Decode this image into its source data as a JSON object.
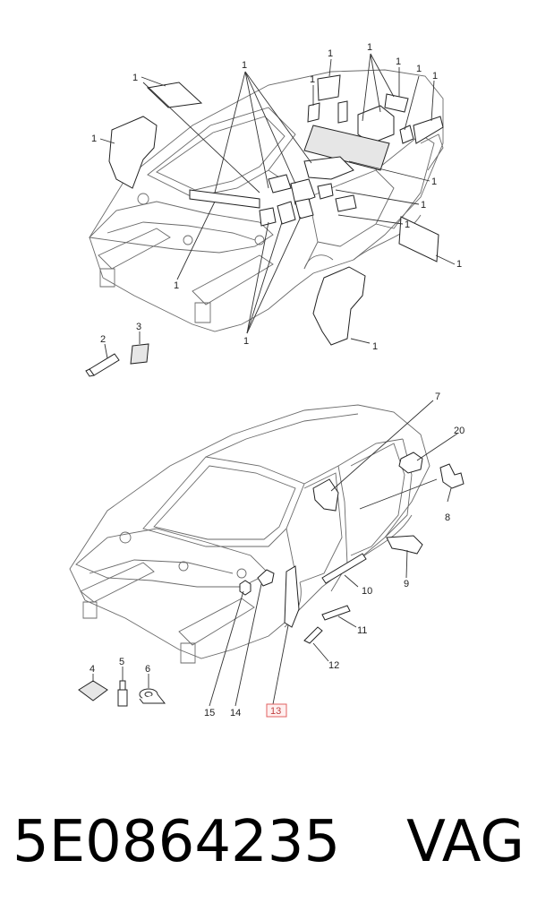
{
  "diagram": {
    "top_labels": {
      "l1": "1",
      "l2": "2",
      "l3": "3"
    },
    "bottom_labels": {
      "l4": "4",
      "l5": "5",
      "l6": "6",
      "l7": "7",
      "l8": "8",
      "l9": "9",
      "l10": "10",
      "l11": "11",
      "l12": "12",
      "l13": "13",
      "l14": "14",
      "l15": "15",
      "l20": "20"
    }
  },
  "footer": {
    "part_number": "5E0864235",
    "brand": "VAG"
  },
  "colors": {
    "highlight_box": "#e06060"
  }
}
